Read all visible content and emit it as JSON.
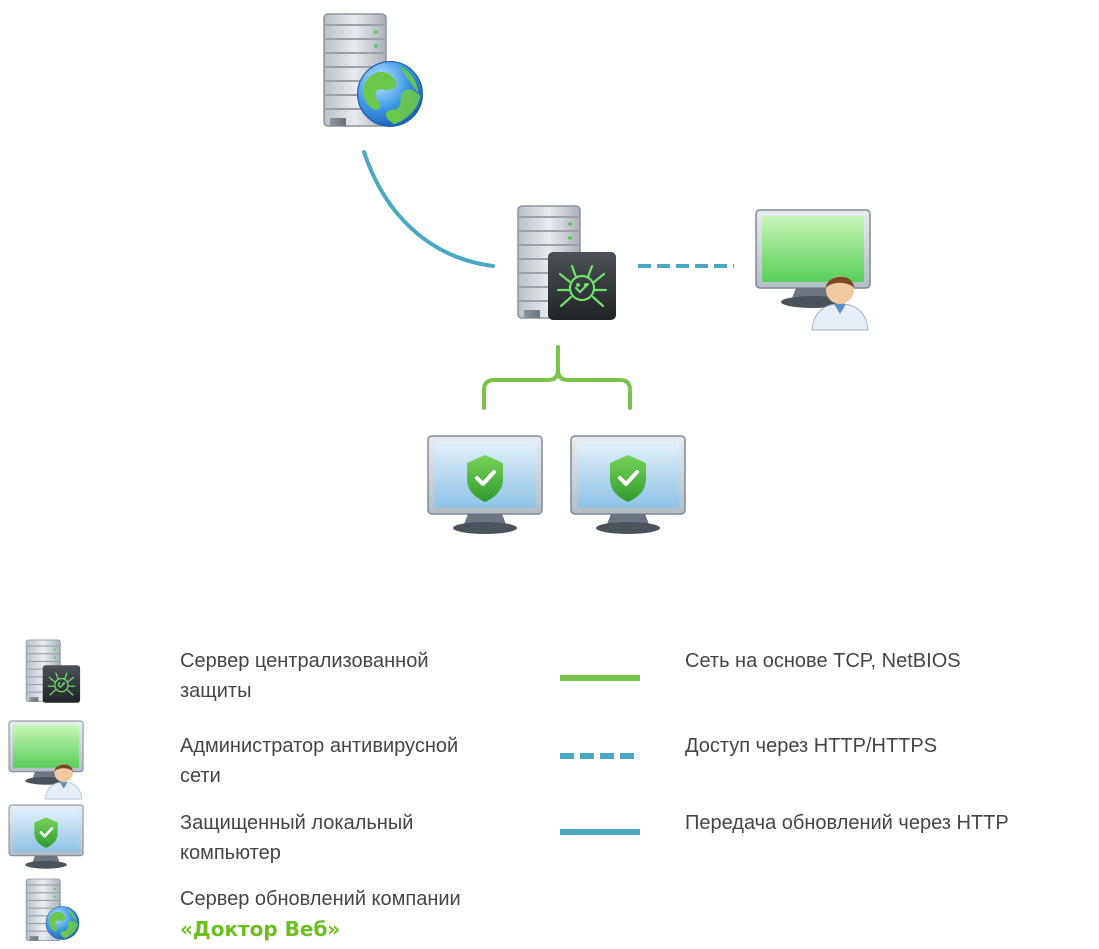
{
  "legend": {
    "items": [
      {
        "icon": "drweb-server-icon",
        "line1": "Сервер централизованной",
        "line2": "защиты"
      },
      {
        "icon": "admin-workstation-icon",
        "line1": "Администратор антивирусной",
        "line2": "сети"
      },
      {
        "icon": "protected-computer-icon",
        "line1": "Защищенный локальный",
        "line2": "компьютер"
      },
      {
        "icon": "update-server-icon",
        "line1": "Сервер обновлений компании",
        "line2": "«Доктор Веб»"
      }
    ],
    "lines": [
      {
        "style": "solid-green",
        "label": "Сеть на основе TCP, NetBIOS"
      },
      {
        "style": "dashed-blue",
        "label": "Доступ через HTTP/HTTPS"
      },
      {
        "style": "solid-blue",
        "label": "Передача обновлений через HTTP"
      }
    ]
  },
  "colors": {
    "tcp_netbios": "#79c34a",
    "http_access": "#4aa8c4",
    "http_updates": "#4aa8c4",
    "brand": "#6cbf1f"
  }
}
